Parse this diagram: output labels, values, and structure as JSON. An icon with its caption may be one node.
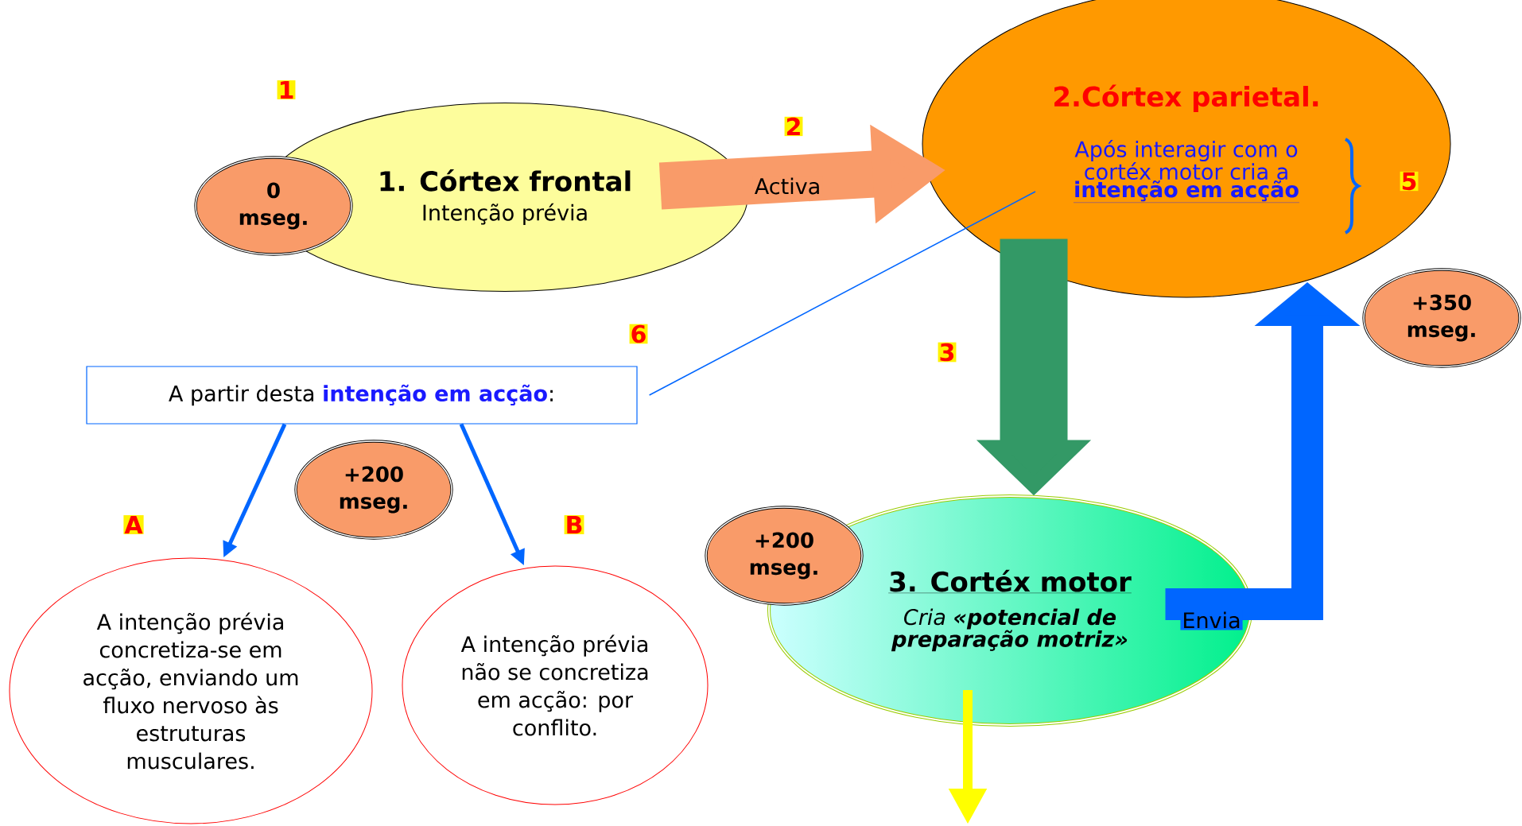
{
  "diagram": {
    "nodes": [
      {
        "text": [
          "1. Córtex frontal",
          "Intenção prévia"
        ]
      },
      {
        "text": [
          "0 mseg."
        ]
      },
      {
        "text": [
          "2.Córtex parietal.",
          "Após interagir com o cortéx motor cria a **intenção em acção**"
        ]
      },
      {
        "text": [
          "+350 mseg."
        ]
      },
      {
        "text": [
          "A partir desta **intenção em acção**:"
        ]
      },
      {
        "text": [
          "+200 mseg."
        ]
      },
      {
        "text": [
          "A intenção prévia concretiza-se em acção, enviando um fluxo nervoso às estruturas musculares."
        ]
      },
      {
        "text": [
          "A intenção prévia não se concretiza em acção: por conflito."
        ]
      },
      {
        "text": [
          "+200 mseg."
        ]
      },
      {
        "text": [
          "3. Cortéx motor",
          "Cria **«potencial de preparação motriz»**"
        ]
      }
    ],
    "edges": [
      {
        "from": 0,
        "to": 2,
        "arrow": "to",
        "label": "Activa",
        "style": "thick",
        "color": "#f99b69"
      },
      {
        "from": 2,
        "to": 9,
        "arrow": "to",
        "style": "thick",
        "color": "#339966"
      },
      {
        "from": 9,
        "to": 2,
        "arrow": "to",
        "label": "Envia",
        "style": "thick",
        "color": "#0066ff"
      },
      {
        "from": 2,
        "to": 4,
        "arrow": "none"
      },
      {
        "from": 4,
        "to": 6,
        "arrow": "to"
      },
      {
        "from": 4,
        "to": 7,
        "arrow": "to"
      },
      {
        "from": 9,
        "to": null,
        "arrow": "to",
        "color": "#ffff00"
      }
    ],
    "labels": [
      "1",
      "2",
      "5",
      "6",
      "3",
      "A",
      "B"
    ]
  }
}
